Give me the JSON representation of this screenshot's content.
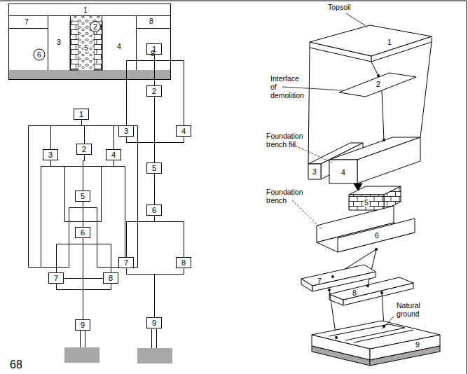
{
  "diagram": {
    "nodes": [
      {
        "text": [
          "1"
        ]
      },
      {
        "text": [
          "2"
        ]
      },
      {
        "text": [
          "3"
        ]
      },
      {
        "text": [
          "4"
        ]
      },
      {
        "text": [
          "5"
        ]
      },
      {
        "text": [
          "6"
        ]
      },
      {
        "text": [
          "7"
        ]
      },
      {
        "text": [
          "8"
        ]
      },
      {
        "text": [
          "9"
        ]
      },
      {
        "text": [
          "1"
        ]
      },
      {
        "text": [
          "2"
        ]
      },
      {
        "text": [
          "3"
        ]
      },
      {
        "text": [
          "4"
        ]
      },
      {
        "text": [
          "5"
        ]
      },
      {
        "text": [
          "6"
        ]
      },
      {
        "text": [
          "7"
        ]
      },
      {
        "text": [
          "8"
        ]
      },
      {
        "text": [
          "9"
        ]
      }
    ],
    "edges": [
      {
        "from": 0,
        "to": 1,
        "arrow": "none"
      },
      {
        "from": 0,
        "to": 2,
        "arrow": "none"
      },
      {
        "from": 0,
        "to": 3,
        "arrow": "none"
      },
      {
        "from": 0,
        "to": 6,
        "arrow": "none"
      },
      {
        "from": 0,
        "to": 7,
        "arrow": "none"
      },
      {
        "from": 1,
        "to": 4,
        "arrow": "none"
      },
      {
        "from": 2,
        "to": 4,
        "arrow": "none"
      },
      {
        "from": 3,
        "to": 4,
        "arrow": "none"
      },
      {
        "from": 2,
        "to": 5,
        "arrow": "none"
      },
      {
        "from": 3,
        "to": 5,
        "arrow": "none"
      },
      {
        "from": 2,
        "to": 6,
        "arrow": "none"
      },
      {
        "from": 3,
        "to": 7,
        "arrow": "none"
      },
      {
        "from": 4,
        "to": 5,
        "arrow": "none"
      },
      {
        "from": 4,
        "to": 6,
        "arrow": "none"
      },
      {
        "from": 4,
        "to": 7,
        "arrow": "none"
      },
      {
        "from": 5,
        "to": 6,
        "arrow": "none"
      },
      {
        "from": 5,
        "to": 7,
        "arrow": "none"
      },
      {
        "from": 5,
        "to": 8,
        "arrow": "none"
      },
      {
        "from": 6,
        "to": 7,
        "arrow": "none"
      },
      {
        "from": 6,
        "to": 8,
        "arrow": "none"
      },
      {
        "from": 7,
        "to": 8,
        "arrow": "none"
      },
      {
        "from": 9,
        "to": 10,
        "arrow": "none"
      },
      {
        "from": 9,
        "to": 11,
        "arrow": "none"
      },
      {
        "from": 9,
        "to": 12,
        "arrow": "none"
      },
      {
        "from": 10,
        "to": 13,
        "arrow": "none"
      },
      {
        "from": 11,
        "to": 13,
        "arrow": "none"
      },
      {
        "from": 12,
        "to": 13,
        "arrow": "none"
      },
      {
        "from": 13,
        "to": 14,
        "arrow": "none"
      },
      {
        "from": 14,
        "to": 15,
        "arrow": "none"
      },
      {
        "from": 14,
        "to": 16,
        "arrow": "none"
      },
      {
        "from": 15,
        "to": 17,
        "arrow": "none"
      },
      {
        "from": 16,
        "to": 17,
        "arrow": "none"
      }
    ],
    "labels": [
      "1",
      "7",
      "3",
      "2",
      "6",
      "5",
      "4",
      "8",
      "9",
      "Topsoil",
      "1",
      "Interface of demolition",
      "2",
      "Foundation trench fill",
      "3",
      "4",
      "5",
      "Foundation trench",
      "6",
      "7",
      "8",
      "Natural ground",
      "9",
      "68"
    ]
  }
}
